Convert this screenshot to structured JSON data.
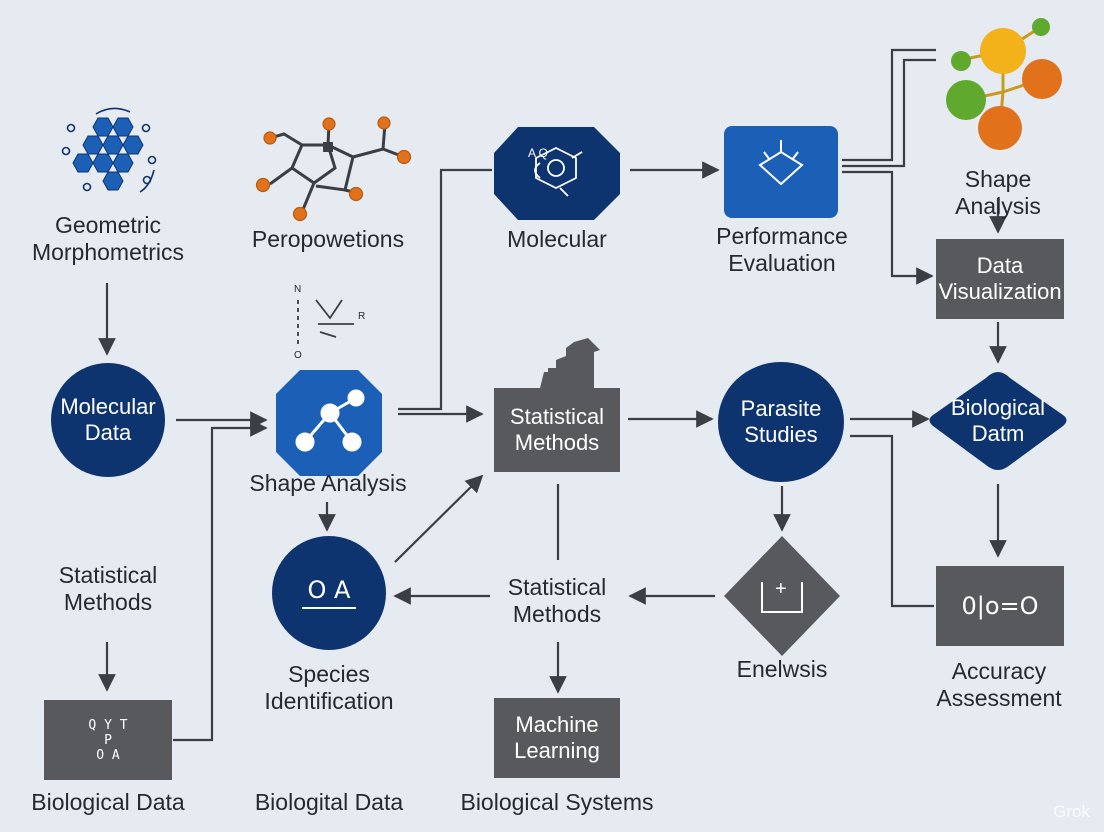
{
  "labels": {
    "geometric_morphometrics": "Geometric\nMorphometrics",
    "peropowetions": "Peropowetions",
    "molecular_top": "Molecular",
    "performance_evaluation": "Performance\nEvaluation",
    "shape_analysis_top": "Shape Analysis",
    "shape_analysis_mid": "Shape Analysis",
    "statistical_methods_left": "Statistical\nMethods",
    "species_identification": "Species\nIdentification",
    "statistical_methods_center": "Statistical\nMethods",
    "enelwsis": "Enelwsis",
    "accuracy_assessment": "Accuracy\nAssessment",
    "biological_data_left": "Biological Data",
    "biological_data_mid": "Biologital Data",
    "biological_systems": "Biological Systems"
  },
  "nodes": {
    "molecular_data": "Molecular\nData",
    "statistical_methods_box": "Statistical\nMethods",
    "parasite_studies": "Parasite\nStudies",
    "biological_datm": "Biological\nDatm",
    "data_visualization": "Data\nVisualization",
    "machine_learning": "Machine\nLearning"
  },
  "glyphs": {
    "species_icon": "O A",
    "molecular_hex_icon": "A Q",
    "accuracy_icon": "0|o=O",
    "small_box_icon": "Q Y T\n  P  \nO   A",
    "diamond_icon": "+",
    "struct_labels": "N R O"
  },
  "watermark": "Grok",
  "colors": {
    "navy": "#0e3470",
    "blue": "#1a5eb0",
    "gray": "#58595c",
    "line": "#3b3e42",
    "orange": "#e2711b",
    "yellow": "#f3b21a",
    "green": "#5ea92e",
    "background": "#e6eaf1"
  }
}
